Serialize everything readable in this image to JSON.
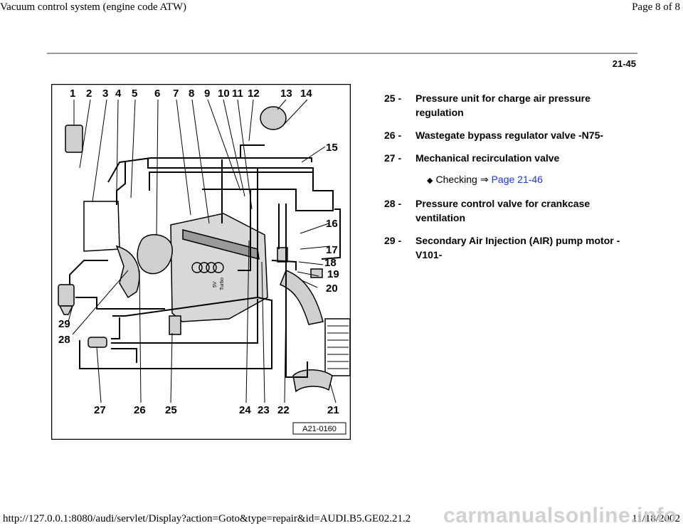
{
  "header": {
    "title": "Vacuum control system (engine code ATW)",
    "page": "Page 8 of 8"
  },
  "page_number": "21-45",
  "figure": {
    "code": "A21-0160",
    "labels": [
      "1",
      "2",
      "3",
      "4",
      "5",
      "6",
      "7",
      "8",
      "9",
      "10",
      "11",
      "12",
      "13",
      "14",
      "15",
      "16",
      "17",
      "18",
      "19",
      "20",
      "21",
      "22",
      "23",
      "24",
      "25",
      "26",
      "27",
      "28",
      "29"
    ],
    "engine_marks": [
      "5V",
      "Turbo"
    ]
  },
  "legend": {
    "items": [
      {
        "num": "25 -",
        "text": "Pressure unit for charge air pressure regulation"
      },
      {
        "num": "26 -",
        "text": "Wastegate bypass regulator valve -N75-"
      },
      {
        "num": "27 -",
        "text": "Mechanical recirculation valve"
      },
      {
        "num": "28 -",
        "text": "Pressure control valve for crankcase ventilation"
      },
      {
        "num": "29 -",
        "text": "Secondary Air Injection (AIR) pump motor -V101-"
      }
    ],
    "sub": {
      "bullet": "◆",
      "text": "Checking",
      "arrow": "⇒",
      "link": "Page 21-46"
    }
  },
  "footer": {
    "url": "http://127.0.0.1:8080/audi/servlet/Display?action=Goto&type=repair&id=AUDI.B5.GE02.21.2",
    "date": "11/18/2002"
  },
  "watermark": "carmanualsonline.info"
}
